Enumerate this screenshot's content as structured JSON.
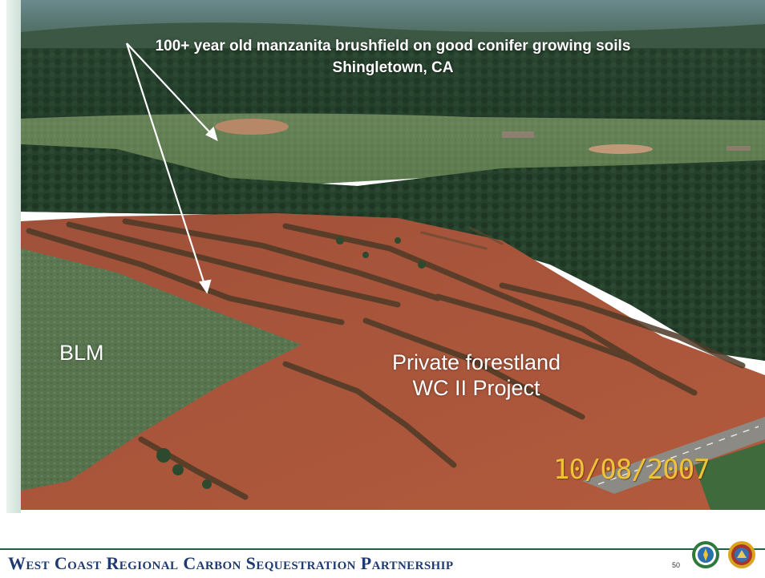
{
  "slide": {
    "caption_line1": "100+ year old manzanita brushfield on good conifer growing soils",
    "caption_line2": "Shingletown, CA",
    "label_blm": "BLM",
    "label_private_line1": "Private forestland",
    "label_private_line2": "WC II Project",
    "date_stamp": "10/08/2007"
  },
  "footer": {
    "title": "West Coast Regional Carbon Sequestration Partnership",
    "page_number": "50",
    "logo_left": "doe-seal-icon",
    "logo_right": "california-seal-icon"
  },
  "colors": {
    "footer_title": "#1e3a72",
    "footer_rule": "#1f5f43",
    "date_stamp": "#f0c238"
  }
}
